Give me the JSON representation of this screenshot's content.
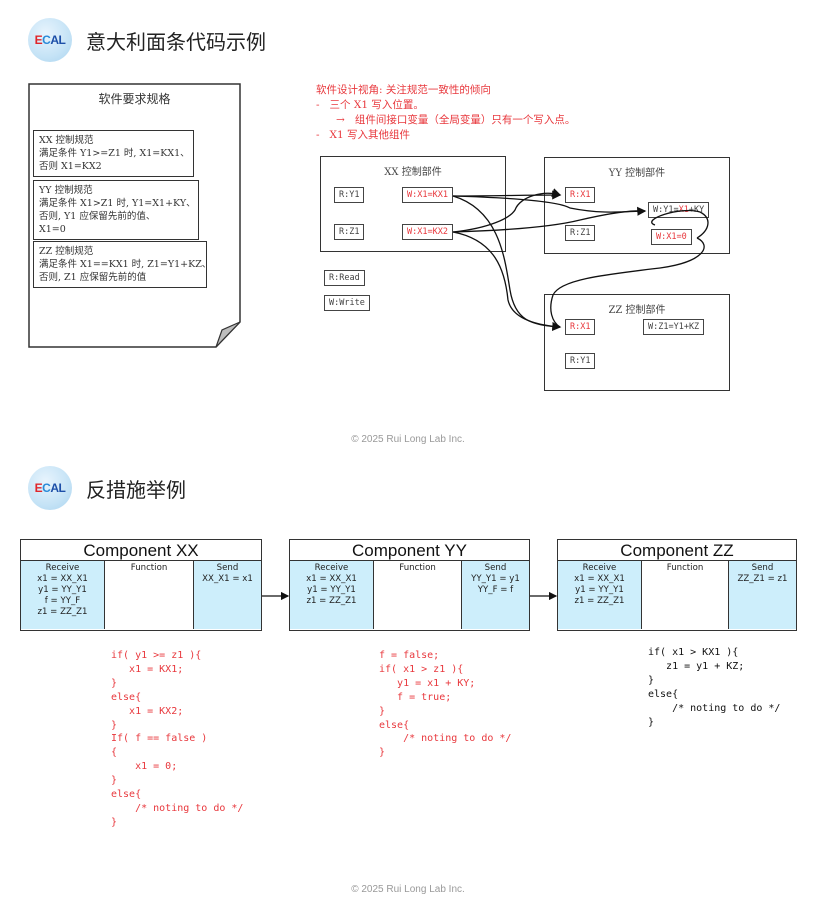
{
  "logo": {
    "e": "E",
    "c": "C",
    "al": "AL"
  },
  "section1": {
    "title": "意大利面条代码示例",
    "spec_doc": {
      "title": "软件要求规格",
      "boxes": [
        "XX 控制规范\n满足条件 Y1>=Z1 时, X1=KX1、\n否则 X1=KX2",
        "YY 控制规范\n满足条件 X1>Z1 时, Y1=X1+KY、\n否则, Y1 应保留先前的值、\nX1=0",
        "ZZ 控制规范\n满足条件 X1==KX1 时, Z1=Y1+KZ、\n否则, Z1 应保留先前的值"
      ]
    },
    "note": "软件设计视角: 关注规范一致性的倾向\n-   三个 X1 写入位置。\n      →   组件间接口变量（全局变量）只有一个写入点。\n-   X1 写入其他组件",
    "components": {
      "xx": {
        "title": "XX 控制部件",
        "r_y1": "R:Y1",
        "r_z1": "R:Z1",
        "w_kx1": "W:X1=KX1",
        "w_kx2": "W:X1=KX2"
      },
      "yy": {
        "title": "YY 控制部件",
        "r_x1": "R:X1",
        "r_z1": "R:Z1",
        "w_y1_pre": "W:Y1=",
        "w_y1_hl": "X1",
        "w_y1_post": "+KY",
        "w_x1_0": "W:X1=0"
      },
      "zz": {
        "title": "ZZ 控制部件",
        "r_x1": "R:X1",
        "r_y1": "R:Y1",
        "w_z1": "W:Z1=Y1+KZ"
      }
    },
    "legend": {
      "read": "R:Read",
      "write": "W:Write"
    },
    "copyright": "© 2025 Rui Long Lab Inc."
  },
  "section2": {
    "title": "反措施举例",
    "components": [
      {
        "title": "Component XX",
        "receive_label": "Receive",
        "receive": "x1 = XX_X1\ny1 = YY_Y1\nf = YY_F\nz1 = ZZ_Z1",
        "function_label": "Function",
        "send_label": "Send",
        "send": "XX_X1 = x1"
      },
      {
        "title": "Component YY",
        "receive_label": "Receive",
        "receive": "x1 = XX_X1\ny1 = YY_Y1\nz1 = ZZ_Z1",
        "function_label": "Function",
        "send_label": "Send",
        "send": "YY_Y1 = y1\nYY_F = f"
      },
      {
        "title": "Component ZZ",
        "receive_label": "Receive",
        "receive": "x1 = XX_X1\ny1 = YY_Y1\nz1 = ZZ_Z1",
        "function_label": "Function",
        "send_label": "Send",
        "send": "ZZ_Z1 = z1"
      }
    ],
    "code": {
      "xx": "if( y1 >= z1 ){\n   x1 = KX1;\n}\nelse{\n   x1 = KX2;\n}\nIf( f == false )\n{\n    x1 = 0;\n}\nelse{\n    /* noting to do */\n}",
      "yy": "f = false;\nif( x1 > z1 ){\n   y1 = x1 + KY;\n   f = true;\n}\nelse{\n    /* noting to do */\n}",
      "zz": "if( x1 > KX1 ){\n   z1 = y1 + KZ;\n}\nelse{\n    /* noting to do */\n}"
    },
    "copyright": "© 2025 Rui Long Lab Inc."
  },
  "colors": {
    "accent_red": "#e8383d",
    "receive_send_fill": "#cdeefb"
  }
}
